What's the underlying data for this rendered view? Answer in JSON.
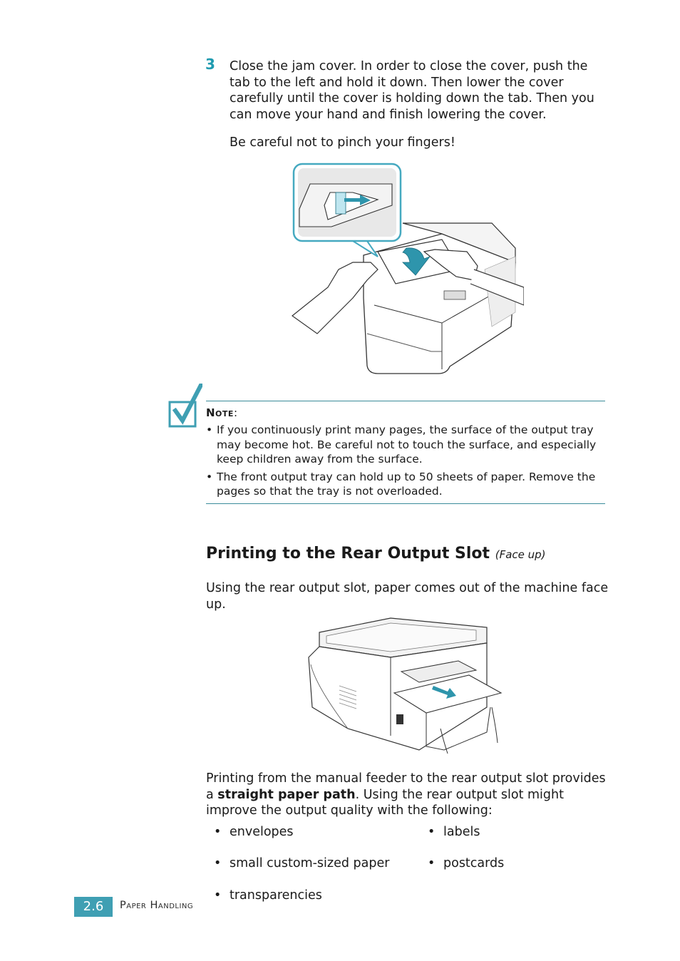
{
  "step": {
    "number": "3",
    "text": "Close the jam cover. In order to close the cover, push the tab to the left and hold it down. Then lower the cover carefully until the cover is holding down the tab. Then you can move your hand and finish lowering the cover.",
    "caution": "Be careful not to pinch your fingers!"
  },
  "note": {
    "title": "Note",
    "colon": ":",
    "items": [
      "If you continuously print many pages, the surface of the output tray may become hot. Be careful not to touch the surface, and especially keep children away from the surface.",
      "The front output tray can hold up to 50 sheets of paper. Remove the pages so that the tray is not overloaded."
    ]
  },
  "section": {
    "title": "Printing to the Rear Output Slot",
    "subtitle": "(Face up)",
    "intro": "Using the rear output slot, paper comes out of the machine face up.",
    "para_before": "Printing from the manual feeder to the rear output slot provides a ",
    "para_bold": "straight paper path",
    "para_after": ". Using the rear output slot might improve the output quality with the following:",
    "bullets": [
      "envelopes",
      "labels",
      "small custom-sized paper",
      "postcards",
      "transparencies"
    ]
  },
  "footer": {
    "page": "2.6",
    "chapter": "Paper Handling"
  },
  "colors": {
    "accent": "#3f9fb3",
    "step_number": "#1f9bb0",
    "rule": "#3b8c9a"
  },
  "icons": {
    "note": "checkmark-icon",
    "figure1": "printer-jam-cover-illustration",
    "figure2": "printer-rear-output-illustration"
  }
}
